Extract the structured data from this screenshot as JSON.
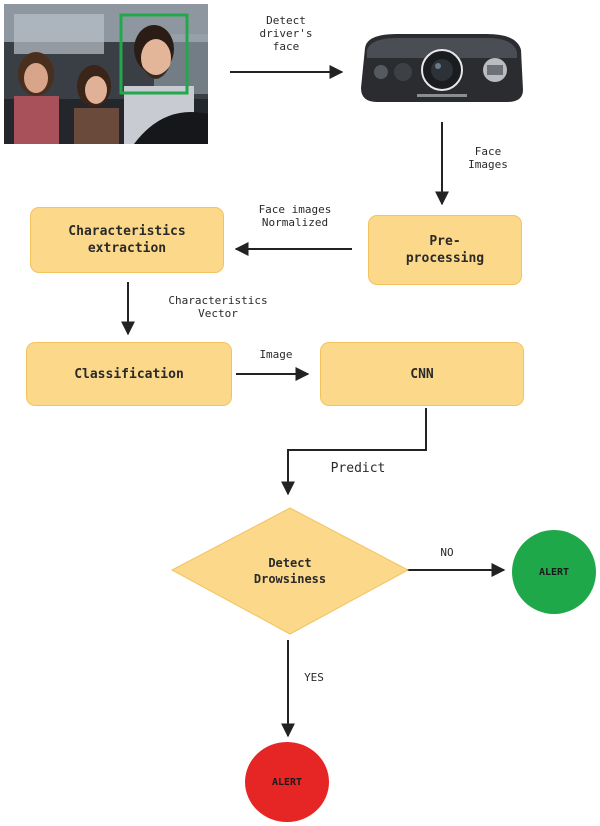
{
  "nodes": {
    "characteristics_extraction": "Characteristics\nextraction",
    "preprocessing": "Pre-\nprocessing",
    "classification": "Classification",
    "cnn": "CNN",
    "decision": "Detect\nDrowsiness",
    "alert_no": "ALERT",
    "alert_yes": "ALERT"
  },
  "edges": {
    "detect_face": "Detect\ndriver's\nface",
    "face_images": "Face\nImages",
    "face_images_normalized": "Face images\nNormalized",
    "characteristics_vector": "Characteristics\nVector",
    "image": "Image",
    "predict": "Predict",
    "no": "NO",
    "yes": "YES"
  },
  "colors": {
    "box_fill": "#fcd88a",
    "box_border": "#f2c35f",
    "alert_green": "#1fa84a",
    "alert_red": "#e62525",
    "face_box": "#22a84a"
  },
  "icons": {
    "photo": "driver-car-photo",
    "camera": "dashcam-device"
  }
}
